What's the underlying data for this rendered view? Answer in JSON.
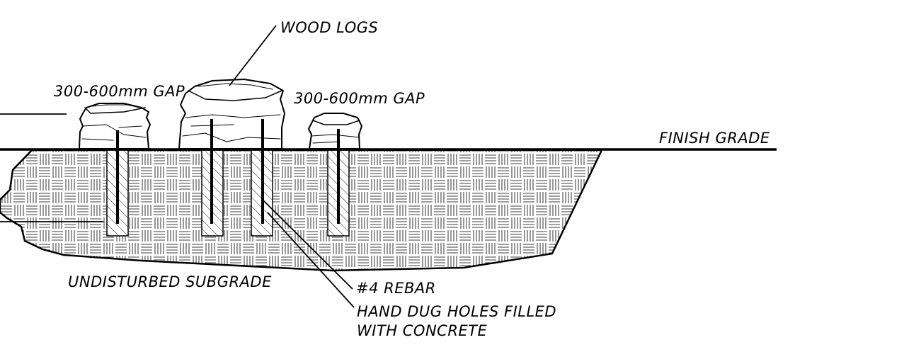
{
  "labels": {
    "wood_logs": "WOOD LOGS",
    "gap_left": "300-600mm GAP",
    "gap_right": "300-600mm GAP",
    "finish_grade": "FINISH GRADE",
    "undisturbed_subgrade": "UNDISTURBED SUBGRADE",
    "rebar": "#4 REBAR",
    "holes_line1": "HAND DUG HOLES FILLED",
    "holes_line2": "WITH CONCRETE"
  },
  "colors": {
    "line": "#000000",
    "background": "#ffffff"
  }
}
